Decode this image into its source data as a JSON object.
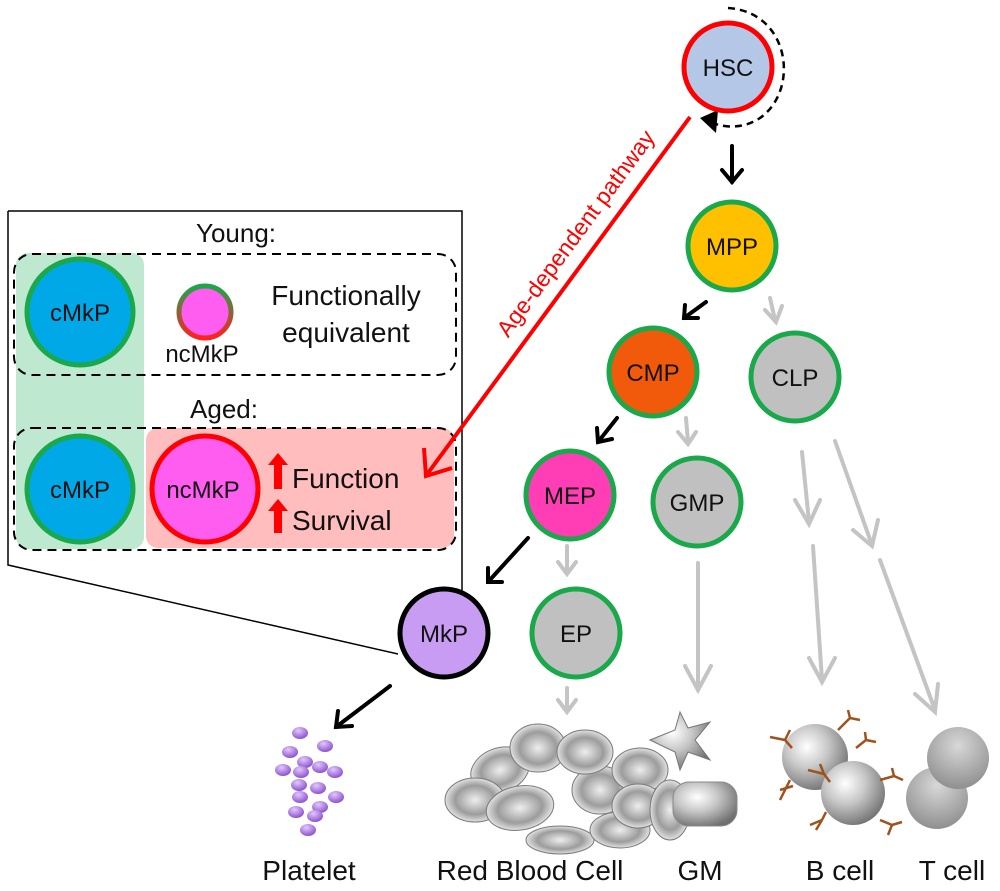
{
  "colors": {
    "hsc_fill": "#b4c7e7",
    "mpp_fill": "#ffc000",
    "cmp_fill": "#f05a0a",
    "mep_fill": "#ff3db4",
    "gray_fill": "#c0c0c0",
    "mkp_fill": "#c79cf2",
    "cmkp_fill": "#00a8e8",
    "ncmkp_fill": "#ff5cf0",
    "green_border": "#19a84a",
    "red": "#ff0000",
    "gray_arrow": "#c4c4c4",
    "young_panel": "#bfe8d0",
    "aged_panel": "#ffbdbd",
    "antibody": "#a0521d",
    "platelet": "#a86ee0"
  },
  "nodes": {
    "hsc": "HSC",
    "mpp": "MPP",
    "cmp": "CMP",
    "clp": "CLP",
    "mep": "MEP",
    "gmp": "GMP",
    "mkp": "MkP",
    "ep": "EP"
  },
  "pathway_label": "Age-dependent pathway",
  "inset": {
    "young_title": "Young:",
    "aged_title": "Aged:",
    "cmkp": "cMkP",
    "ncmkp": "ncMkP",
    "young_text_line1": "Functionally",
    "young_text_line2": "equivalent",
    "aged_text_line1": "Function",
    "aged_text_line2": "Survival"
  },
  "outputs": {
    "platelet": "Platelet",
    "rbc": "Red Blood Cell",
    "gm": "GM",
    "bcell": "B cell",
    "tcell": "T cell"
  }
}
